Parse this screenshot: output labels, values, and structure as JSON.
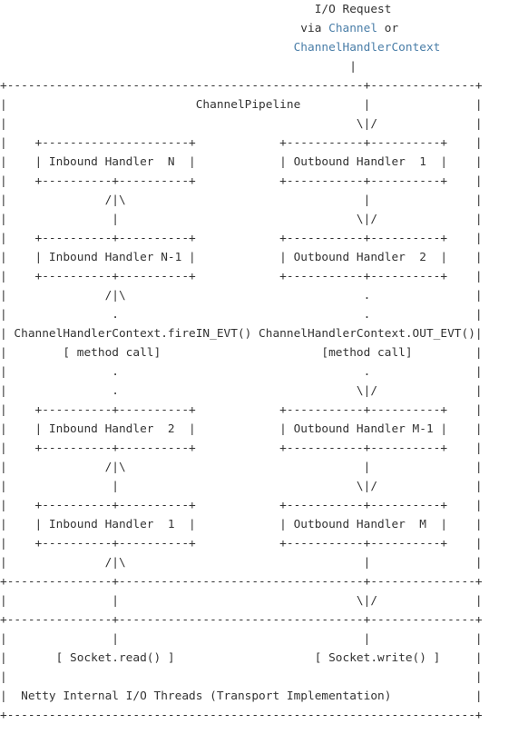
{
  "lines": [
    "                                             I/O Request",
    "                                           via ",
    "                                          ",
    "                                                  |",
    "+---------------------------------------------------+---------------+",
    "|                           ChannelPipeline         |               |",
    "|                                                  \\|/              |",
    "|    +---------------------+            +-----------+----------+    |",
    "|    | Inbound Handler  N  |            | Outbound Handler  1  |    |",
    "|    +----------+----------+            +-----------+----------+    |",
    "|              /|\\                                  |               |",
    "|               |                                  \\|/              |",
    "|    +----------+----------+            +-----------+----------+    |",
    "|    | Inbound Handler N-1 |            | Outbound Handler  2  |    |",
    "|    +----------+----------+            +-----------+----------+    |",
    "|              /|\\                                  .               |",
    "|               .                                   .               |",
    "| ChannelHandlerContext.fireIN_EVT() ChannelHandlerContext.OUT_EVT()|",
    "|        [ method call]                       [method call]         |",
    "|               .                                   .               |",
    "|               .                                  \\|/              |",
    "|    +----------+----------+            +-----------+----------+    |",
    "|    | Inbound Handler  2  |            | Outbound Handler M-1 |    |",
    "|    +----------+----------+            +-----------+----------+    |",
    "|              /|\\                                  |               |",
    "|               |                                  \\|/              |",
    "|    +----------+----------+            +-----------+----------+    |",
    "|    | Inbound Handler  1  |            | Outbound Handler  M  |    |",
    "|    +----------+----------+            +-----------+----------+    |",
    "|              /|\\                                  |               |",
    "+---------------+-----------------------------------+---------------+",
    "|               |                                  \\|/              |",
    "+---------------+-----------------------------------+---------------+",
    "|               |                                   |               |",
    "|       [ Socket.read() ]                    [ Socket.write() ]     |",
    "|                                                                   |",
    "|  Netty Internal I/O Threads (Transport Implementation)            |",
    "+-------------------------------------------------------------------+"
  ],
  "links": {
    "channel": "Channel",
    "or_text": " or",
    "handler_context": "ChannelHandlerContext"
  },
  "colors": {
    "text": "#333333",
    "link": "#4a7ea8",
    "background": "#ffffff"
  }
}
